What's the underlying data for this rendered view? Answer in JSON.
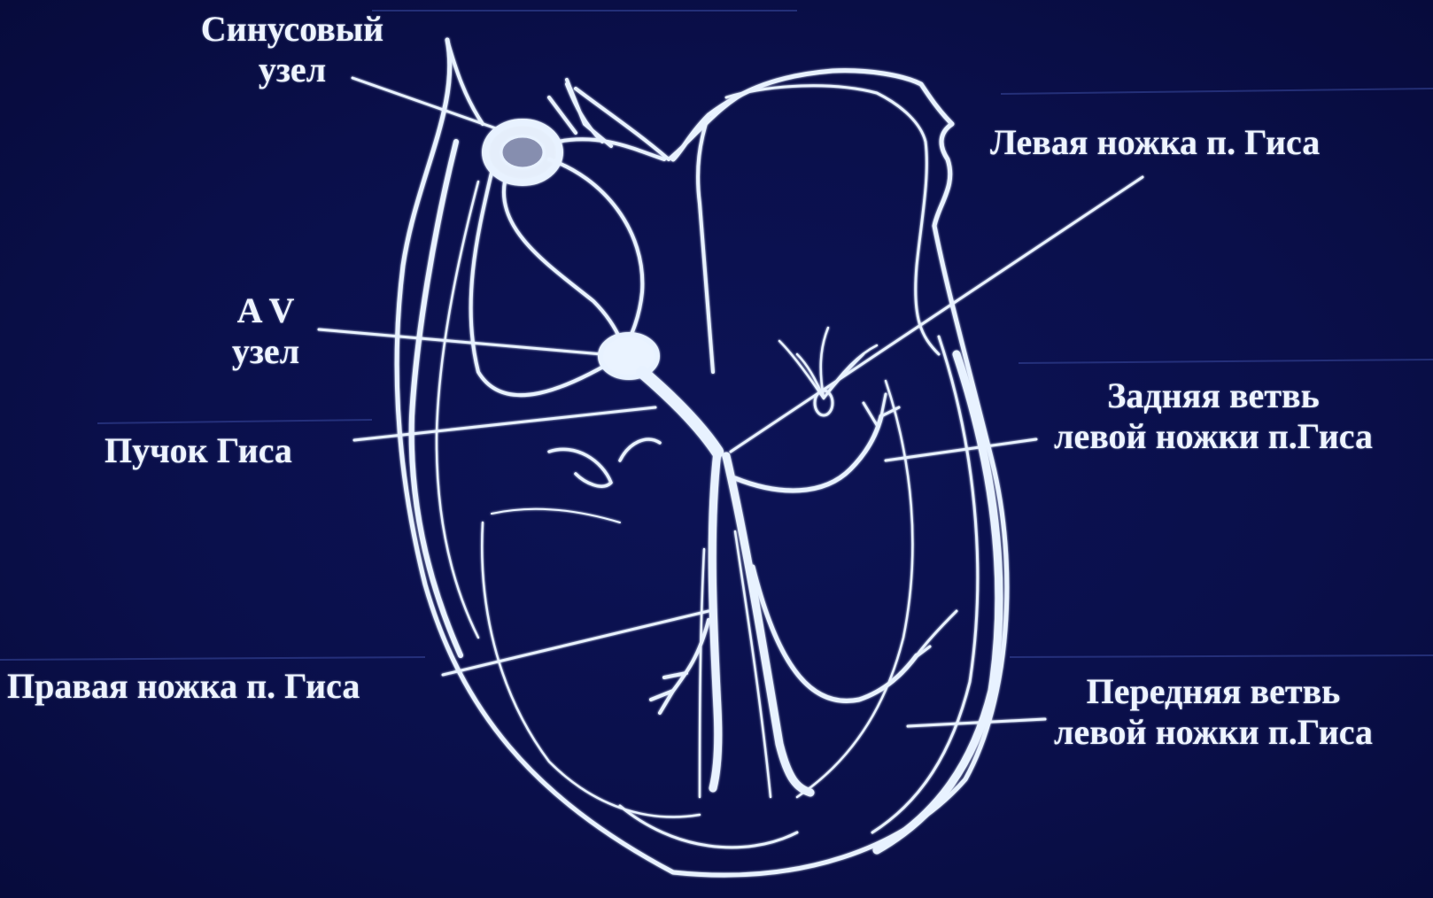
{
  "colors": {
    "background": "#0a0f4a",
    "lines": "#e8f2ff",
    "text": "#eef4ff"
  },
  "labels": {
    "sa_node": {
      "line1": "Синусовый",
      "line2": "узел"
    },
    "av_node": {
      "line1": "A V",
      "line2": "узел"
    },
    "his_bundle": "Пучок Гиса",
    "right_bundle_branch": "Правая ножка п. Гиса",
    "left_bundle_branch": "Левая ножка п. Гиса",
    "posterior_fascicle": {
      "line1": "Задняя ветвь",
      "line2": "левой ножки п.Гиса"
    },
    "anterior_fascicle": {
      "line1": "Передняя ветвь",
      "line2": "левой ножки п.Гиса"
    }
  }
}
